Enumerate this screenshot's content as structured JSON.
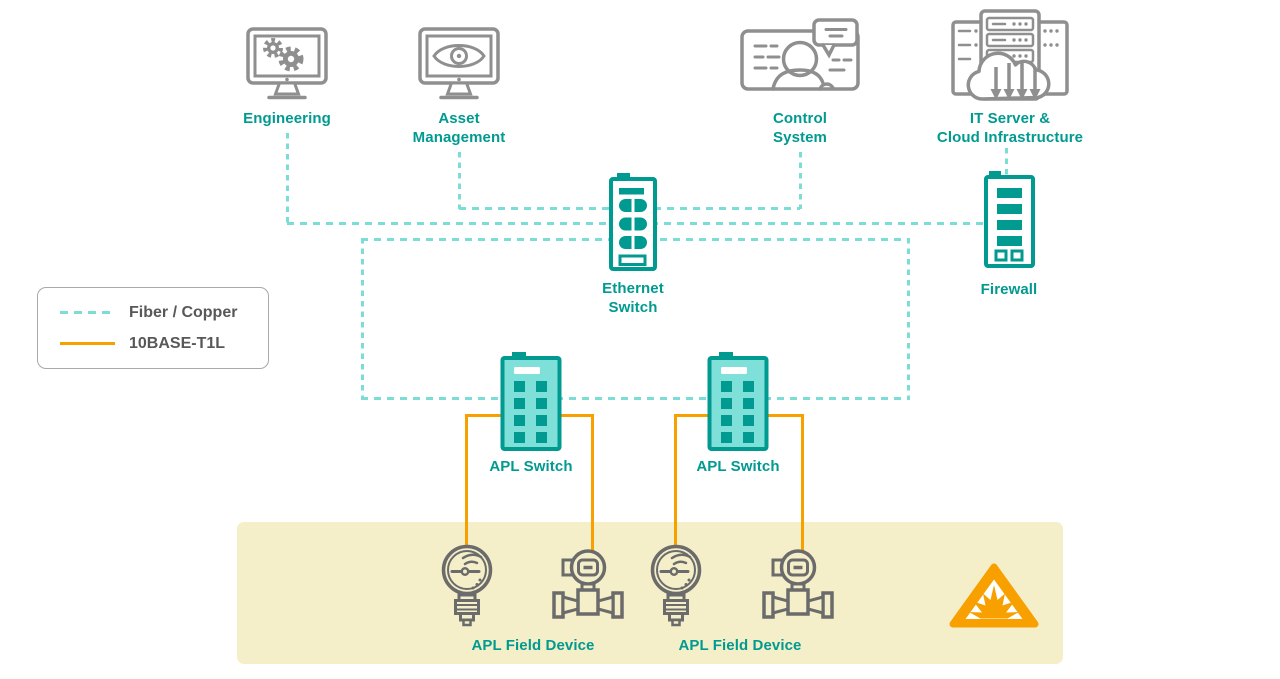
{
  "diagram": {
    "nodes": {
      "engineering": {
        "label": "Engineering"
      },
      "asset_management": {
        "line1": "Asset",
        "line2": "Management"
      },
      "control_system": {
        "line1": "Control",
        "line2": "System"
      },
      "it_server_cloud": {
        "line1": "IT Server &",
        "line2": "Cloud Infrastructure"
      },
      "ethernet_switch": {
        "line1": "Ethernet",
        "line2": "Switch"
      },
      "firewall": {
        "label": "Firewall"
      },
      "apl_switch_left": {
        "label": "APL Switch"
      },
      "apl_switch_right": {
        "label": "APL Switch"
      },
      "apl_field_device_left": {
        "label": "APL Field Device"
      },
      "apl_field_device_right": {
        "label": "APL Field Device"
      }
    },
    "legend": {
      "items": [
        {
          "label": "Fiber / Copper",
          "line_style": "dashed",
          "color": "#7CDCD6"
        },
        {
          "label": "10BASE-T1L",
          "line_style": "solid",
          "color": "#F7A000"
        }
      ]
    },
    "connections": [
      {
        "type": "Fiber / Copper",
        "from": "Engineering",
        "to": "Ethernet Switch"
      },
      {
        "type": "Fiber / Copper",
        "from": "Asset Management",
        "to": "Ethernet Switch"
      },
      {
        "type": "Fiber / Copper",
        "from": "Control System",
        "to": "Ethernet Switch"
      },
      {
        "type": "Fiber / Copper",
        "from": "Ethernet Switch",
        "to": "Firewall"
      },
      {
        "type": "Fiber / Copper",
        "from": "IT Server & Cloud Infrastructure",
        "to": "Firewall"
      },
      {
        "type": "Fiber / Copper",
        "from": "Ethernet Switch",
        "to": "APL Switch (left)"
      },
      {
        "type": "Fiber / Copper",
        "from": "Ethernet Switch",
        "to": "APL Switch (right)"
      },
      {
        "type": "10BASE-T1L",
        "from": "APL Switch (left)",
        "to": "APL Field Devices (left pair)"
      },
      {
        "type": "10BASE-T1L",
        "from": "APL Switch (right)",
        "to": "APL Field Devices (right pair)"
      }
    ],
    "colors": {
      "teal": "#009A90",
      "fiber_dash": "#7CDCD6",
      "orange": "#F7A000",
      "apl_switch_fill": "#7FDFD9",
      "hazard_zone_fill": "#F5EFC9",
      "icon_gray": "#8F8F8F",
      "device_gray": "#6B6B6B",
      "legend_text": "#58585A",
      "legend_border": "#A9A9A9"
    }
  }
}
